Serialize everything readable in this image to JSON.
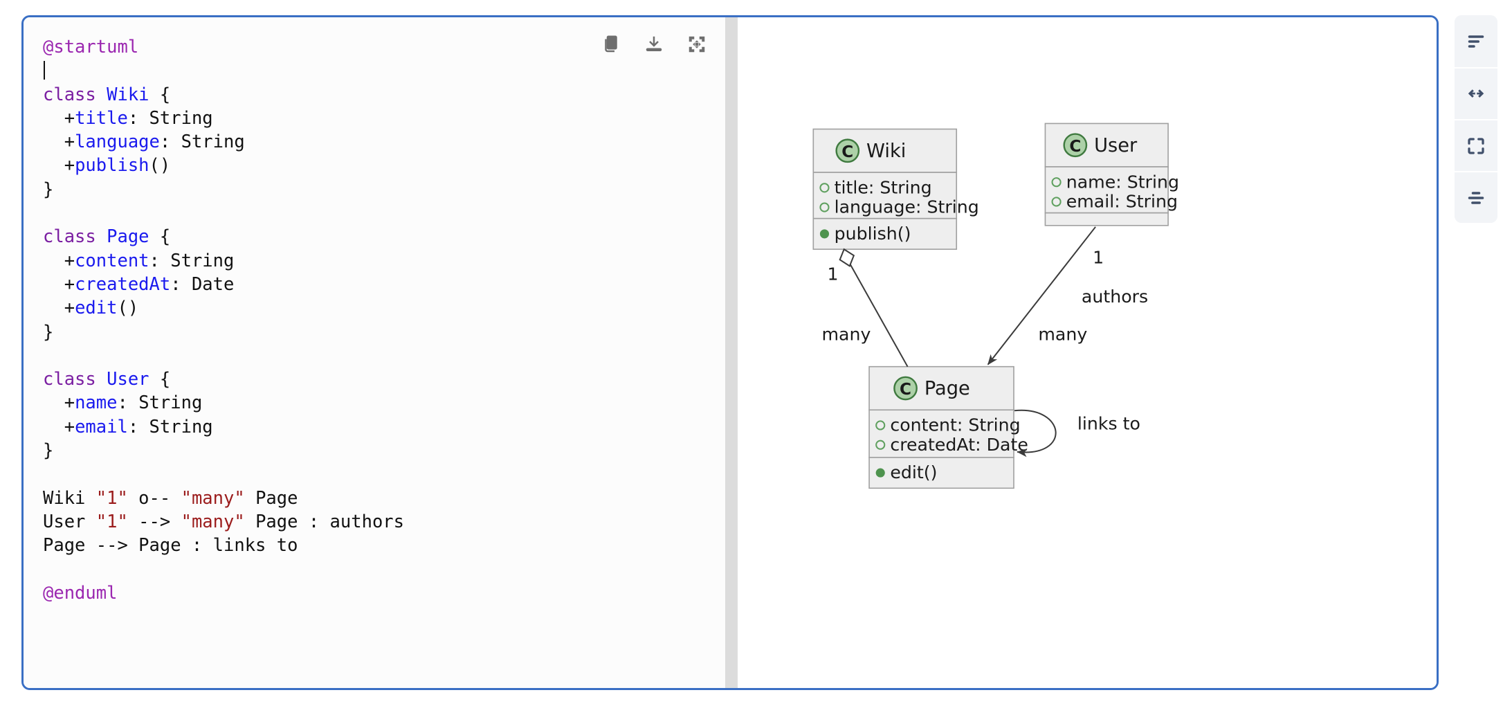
{
  "editor": {
    "toolbar": [
      {
        "name": "copy-icon",
        "title": "Copy"
      },
      {
        "name": "download-icon",
        "title": "Download"
      },
      {
        "name": "expand-icon",
        "title": "Fullscreen"
      }
    ],
    "caret_line": 2,
    "code_lines": [
      {
        "tokens": [
          {
            "t": "@startuml",
            "c": "pre"
          }
        ]
      },
      {
        "tokens": [],
        "caret": true
      },
      {
        "tokens": [
          {
            "t": "class ",
            "c": "kw"
          },
          {
            "t": "Wiki",
            "c": "ident"
          },
          {
            "t": " {",
            "c": "plain"
          }
        ]
      },
      {
        "tokens": [
          {
            "t": "  +",
            "c": "plain"
          },
          {
            "t": "title",
            "c": "ident"
          },
          {
            "t": ": String",
            "c": "plain"
          }
        ]
      },
      {
        "tokens": [
          {
            "t": "  +",
            "c": "plain"
          },
          {
            "t": "language",
            "c": "ident"
          },
          {
            "t": ": String",
            "c": "plain"
          }
        ]
      },
      {
        "tokens": [
          {
            "t": "  +",
            "c": "plain"
          },
          {
            "t": "publish",
            "c": "ident"
          },
          {
            "t": "()",
            "c": "plain"
          }
        ]
      },
      {
        "tokens": [
          {
            "t": "}",
            "c": "plain"
          }
        ]
      },
      {
        "tokens": []
      },
      {
        "tokens": [
          {
            "t": "class ",
            "c": "kw"
          },
          {
            "t": "Page",
            "c": "ident"
          },
          {
            "t": " {",
            "c": "plain"
          }
        ]
      },
      {
        "tokens": [
          {
            "t": "  +",
            "c": "plain"
          },
          {
            "t": "content",
            "c": "ident"
          },
          {
            "t": ": String",
            "c": "plain"
          }
        ]
      },
      {
        "tokens": [
          {
            "t": "  +",
            "c": "plain"
          },
          {
            "t": "createdAt",
            "c": "ident"
          },
          {
            "t": ": Date",
            "c": "plain"
          }
        ]
      },
      {
        "tokens": [
          {
            "t": "  +",
            "c": "plain"
          },
          {
            "t": "edit",
            "c": "ident"
          },
          {
            "t": "()",
            "c": "plain"
          }
        ]
      },
      {
        "tokens": [
          {
            "t": "}",
            "c": "plain"
          }
        ]
      },
      {
        "tokens": []
      },
      {
        "tokens": [
          {
            "t": "class ",
            "c": "kw"
          },
          {
            "t": "User",
            "c": "ident"
          },
          {
            "t": " {",
            "c": "plain"
          }
        ]
      },
      {
        "tokens": [
          {
            "t": "  +",
            "c": "plain"
          },
          {
            "t": "name",
            "c": "ident"
          },
          {
            "t": ": String",
            "c": "plain"
          }
        ]
      },
      {
        "tokens": [
          {
            "t": "  +",
            "c": "plain"
          },
          {
            "t": "email",
            "c": "ident"
          },
          {
            "t": ": String",
            "c": "plain"
          }
        ]
      },
      {
        "tokens": [
          {
            "t": "}",
            "c": "plain"
          }
        ]
      },
      {
        "tokens": []
      },
      {
        "tokens": [
          {
            "t": "Wiki ",
            "c": "plain"
          },
          {
            "t": "\"1\"",
            "c": "str"
          },
          {
            "t": " o-- ",
            "c": "plain"
          },
          {
            "t": "\"many\"",
            "c": "str"
          },
          {
            "t": " Page",
            "c": "plain"
          }
        ]
      },
      {
        "tokens": [
          {
            "t": "User ",
            "c": "plain"
          },
          {
            "t": "\"1\"",
            "c": "str"
          },
          {
            "t": " --> ",
            "c": "plain"
          },
          {
            "t": "\"many\"",
            "c": "str"
          },
          {
            "t": " Page : authors",
            "c": "plain"
          }
        ]
      },
      {
        "tokens": [
          {
            "t": "Page --> Page : links to",
            "c": "plain"
          }
        ]
      },
      {
        "tokens": []
      },
      {
        "tokens": [
          {
            "t": "@enduml",
            "c": "pre"
          }
        ]
      }
    ]
  },
  "diagram": {
    "type": "uml-class-diagram",
    "classes": [
      {
        "name": "Wiki",
        "stereotype": "C",
        "attributes": [
          "title: String",
          "language: String"
        ],
        "methods": [
          "publish()"
        ]
      },
      {
        "name": "User",
        "stereotype": "C",
        "attributes": [
          "name: String",
          "email: String"
        ],
        "methods": []
      },
      {
        "name": "Page",
        "stereotype": "C",
        "attributes": [
          "content: String",
          "createdAt: Date"
        ],
        "methods": [
          "edit()"
        ]
      }
    ],
    "relations": [
      {
        "from": "Wiki",
        "to": "Page",
        "kind": "aggregation",
        "from_mult": "1",
        "to_mult": "many",
        "label": ""
      },
      {
        "from": "User",
        "to": "Page",
        "kind": "association",
        "from_mult": "1",
        "to_mult": "many",
        "label": "authors"
      },
      {
        "from": "Page",
        "to": "Page",
        "kind": "self-association",
        "from_mult": "",
        "to_mult": "",
        "label": "links to"
      }
    ],
    "colors": {
      "class_fill": "#eeeeee",
      "class_border": "#a0a0a0",
      "badge_fill": "#add1a8",
      "badge_stroke": "#3f7a3f",
      "attr_marker": "#5fa05f",
      "method_marker": "#4e934e",
      "line": "#3b3b3b"
    }
  },
  "side_toolbar": {
    "items": [
      {
        "name": "align-left-icon",
        "label": "Format"
      },
      {
        "name": "arrows-horizontal-icon",
        "label": "Fit width"
      },
      {
        "name": "fullscreen-corners-icon",
        "label": "Fullscreen"
      },
      {
        "name": "align-center-icon",
        "label": "Align"
      }
    ]
  },
  "theme": {
    "container_border": "#3a6fc4",
    "editor_bg": "#fcfcfc",
    "preview_bg": "#ffffff",
    "splitter": "#dcdcdc",
    "sidebar_bg": "#f2f4f7",
    "sidebar_icon": "#41506b"
  }
}
